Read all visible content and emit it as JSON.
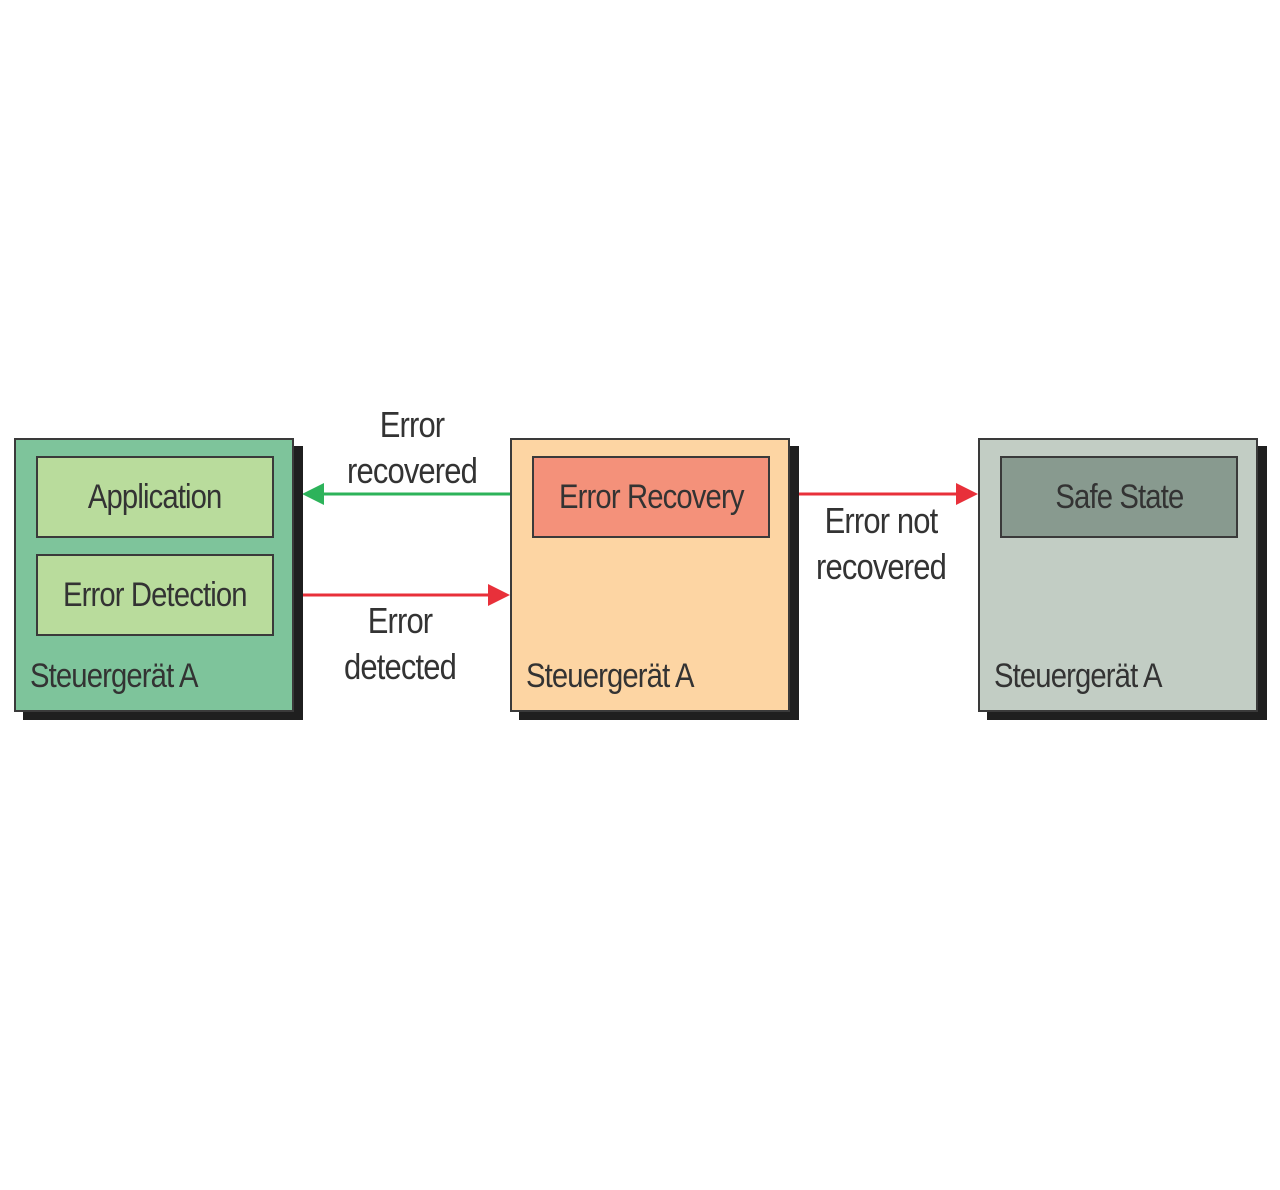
{
  "nodes": {
    "ecu_left": {
      "label": "Steuergerät A",
      "color": "#7ec49b",
      "modules": {
        "application": "Application",
        "error_detection": "Error Detection"
      }
    },
    "ecu_middle": {
      "label": "Steuergerät A",
      "color": "#fdd5a3",
      "modules": {
        "error_recovery": "Error Recovery"
      }
    },
    "ecu_right": {
      "label": "Steuergerät A",
      "color": "#c2cdc4",
      "modules": {
        "safe_state": "Safe State"
      }
    }
  },
  "edges": {
    "recovered": {
      "line1": "Error",
      "line2": "recovered",
      "color": "#2db35a"
    },
    "detected": {
      "line1": "Error",
      "line2": "detected",
      "color": "#e8303a"
    },
    "not_recovered": {
      "line1": "Error not",
      "line2": "recovered",
      "color": "#e8303a"
    }
  }
}
